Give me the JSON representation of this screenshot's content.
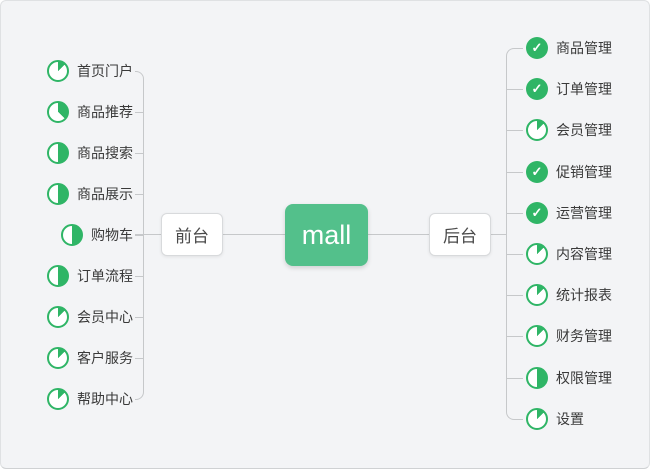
{
  "canvas": {
    "background": "#f3f4f6"
  },
  "colors": {
    "center_node_green": "#53c08b",
    "icon_green": "#2fb566",
    "connector_line": "#c6c8ca",
    "branch_node_bg": "#ffffff",
    "item_text": "#3a3a3a"
  },
  "center": {
    "label": "mall"
  },
  "icons": {
    "complete": "check-circle-icon",
    "partial": "progress-pie-icon",
    "complete_glyph": "✓"
  },
  "branches": {
    "left": {
      "label": "前台",
      "items": [
        {
          "label": "首页门户",
          "progress_percent": 12.5
        },
        {
          "label": "商品推荐",
          "progress_percent": 37.5
        },
        {
          "label": "商品搜索",
          "progress_percent": 50
        },
        {
          "label": "商品展示",
          "progress_percent": 50
        },
        {
          "label": "购物车",
          "progress_percent": 50
        },
        {
          "label": "订单流程",
          "progress_percent": 50
        },
        {
          "label": "会员中心",
          "progress_percent": 12.5
        },
        {
          "label": "客户服务",
          "progress_percent": 12.5
        },
        {
          "label": "帮助中心",
          "progress_percent": 12.5
        }
      ]
    },
    "right": {
      "label": "后台",
      "items": [
        {
          "label": "商品管理",
          "progress_percent": 100
        },
        {
          "label": "订单管理",
          "progress_percent": 100
        },
        {
          "label": "会员管理",
          "progress_percent": 12.5
        },
        {
          "label": "促销管理",
          "progress_percent": 100
        },
        {
          "label": "运营管理",
          "progress_percent": 100
        },
        {
          "label": "内容管理",
          "progress_percent": 12.5
        },
        {
          "label": "统计报表",
          "progress_percent": 12.5
        },
        {
          "label": "财务管理",
          "progress_percent": 12.5
        },
        {
          "label": "权限管理",
          "progress_percent": 50
        },
        {
          "label": "设置",
          "progress_percent": 12.5
        }
      ]
    }
  }
}
